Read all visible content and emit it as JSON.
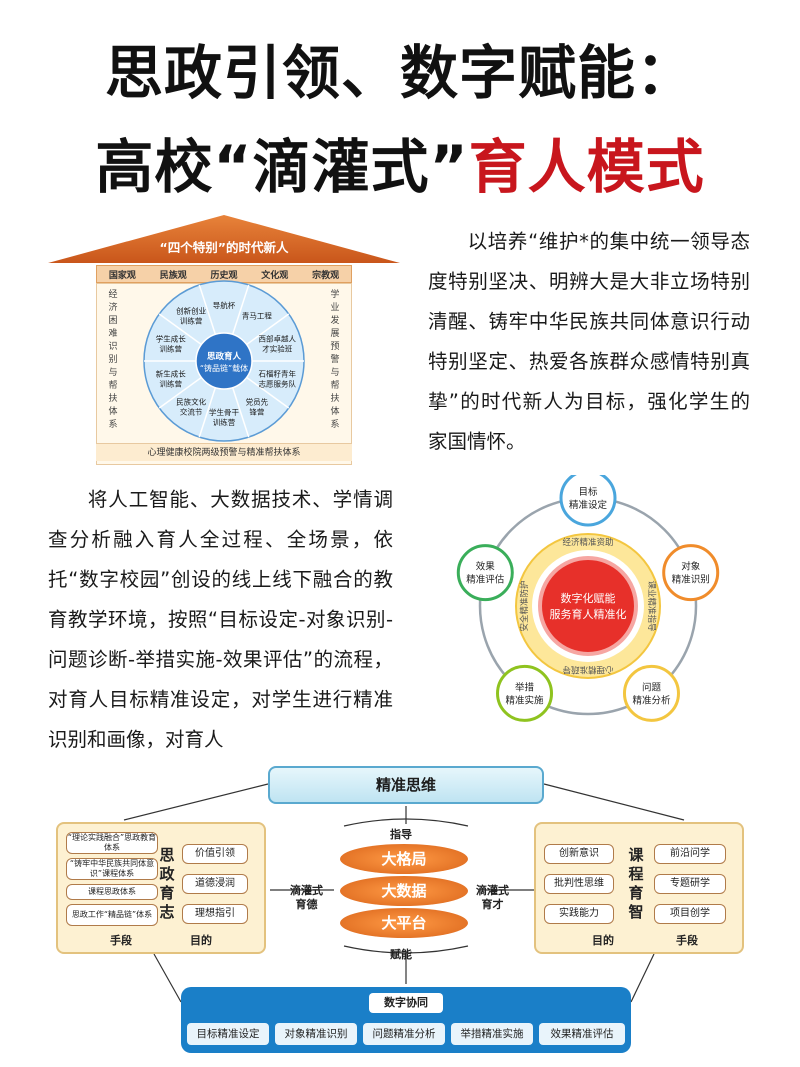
{
  "title": {
    "line1": "思政引领、数字赋能：",
    "line2_black": "高校“滴灌式”",
    "line2_red": "育人模式"
  },
  "para1": "以培养“维护*的集中统一领导态度特别坚决、明辨大是大非立场特别清醒、铸牢中华民族共同体意识行动特别坚定、热爱各族群众感情特别真挚”的时代新人为目标，强化学生的家国情怀。",
  "para2": "将人工智能、大数据技术、学情调查分析融入育人全过程、全场景，依托“数字校园”创设的线上线下融合的教育教学环境，按照“目标设定-对象识别-问题诊断-举措实施-效果评估”的流程，对育人目标精准设定，对学生进行精准识别和画像，对育人",
  "house": {
    "roof": "“四个特别”的时代新人",
    "beam": [
      "国家观",
      "民族观",
      "历史观",
      "文化观",
      "宗教观"
    ],
    "left_col": "经济困难识别与帮扶体系",
    "right_col": "学业发展预警与帮扶体系",
    "base": "心理健康校院两级预警与精准帮扶体系",
    "center": [
      "思政育人",
      "“铸品链”载体"
    ],
    "sectors": [
      "导航杯",
      "青马工程",
      "西部卓越人才实验班",
      "石榴籽青年志愿服务队",
      "党员先锋营",
      "学生骨干训练营",
      "民族文化交流节",
      "新生成长训练营",
      "学生成长训练营",
      "创新创业训练营"
    ]
  },
  "ring": {
    "center": [
      "数字化赋能",
      "服务育人精准化"
    ],
    "inner": [
      "经济精准资助",
      "课业精准指导",
      "心理精准疏导",
      "安全精准防护"
    ],
    "nodes": [
      {
        "label": [
          "目标",
          "精准设定"
        ]
      },
      {
        "label": [
          "对象",
          "精准识别"
        ]
      },
      {
        "label": [
          "问题",
          "精准分析"
        ]
      },
      {
        "label": [
          "举措",
          "精准实施"
        ]
      },
      {
        "label": [
          "效果",
          "精准评估"
        ]
      }
    ]
  },
  "diagram": {
    "top": "精准思维",
    "left_boxes": [
      "“理论实践融合”思政教育体系",
      "“铸牢中华民族共同体意识”课程体系",
      "课程思政体系",
      "思政工作“精品链”体系"
    ],
    "left_values": [
      "价值引领",
      "道德浸润",
      "理想指引"
    ],
    "left_label": "思政育志",
    "left_hand": "手段",
    "left_aim": "目的",
    "right_values": [
      "创新意识",
      "批判性思维",
      "实践能力"
    ],
    "right_boxes": [
      "前沿问学",
      "专题研学",
      "项目创学"
    ],
    "right_label": "课程育智",
    "right_aim": "目的",
    "right_hand": "手段",
    "mid_top": "指导",
    "mid_bottom": "赋能",
    "ellipses": [
      "大格局",
      "大数据",
      "大平台"
    ],
    "mid_left": [
      "滴灌式",
      "育德"
    ],
    "mid_right": [
      "滴灌式",
      "育才"
    ],
    "bar_title": "数字协同",
    "pills": [
      "目标精准设定",
      "对象精准识别",
      "问题精准分析",
      "举措精准实施",
      "效果精准评估"
    ]
  }
}
